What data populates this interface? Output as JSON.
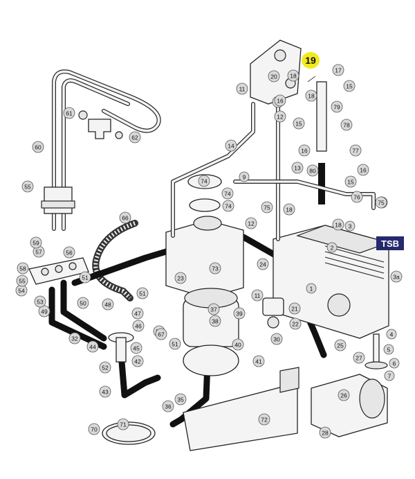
{
  "badge": "TSB",
  "highlight": {
    "label": "19",
    "color": "#f2ea1d"
  },
  "colors": {
    "badge_bg": "#252a6e",
    "callout": "#d9d9d9",
    "line": "#222222"
  },
  "callouts": [
    "1",
    "2",
    "3",
    "3a",
    "4",
    "5",
    "6",
    "7",
    "9",
    "11",
    "11",
    "11",
    "12",
    "12",
    "13",
    "14",
    "15",
    "15",
    "15",
    "15",
    "16",
    "16",
    "16",
    "17",
    "18",
    "18",
    "18",
    "18",
    "19",
    "20",
    "21",
    "22",
    "23",
    "24",
    "25",
    "26",
    "27",
    "28",
    "30",
    "32",
    "35",
    "36",
    "37",
    "38",
    "39",
    "40",
    "41",
    "42",
    "43",
    "44",
    "45",
    "46",
    "47",
    "48",
    "49",
    "50",
    "51",
    "51",
    "51",
    "52",
    "52",
    "53",
    "54",
    "55",
    "55",
    "56",
    "57",
    "58",
    "59",
    "60",
    "61",
    "62",
    "66",
    "67",
    "70",
    "71",
    "72",
    "73",
    "74",
    "74",
    "74",
    "75",
    "75",
    "76",
    "77",
    "78",
    "79",
    "80"
  ]
}
